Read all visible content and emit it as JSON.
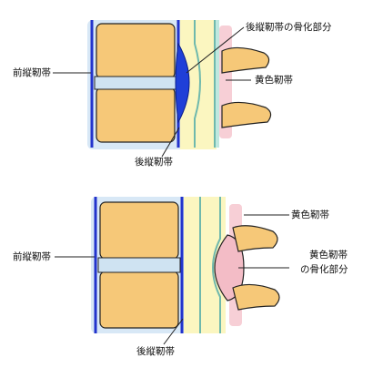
{
  "figure1": {
    "labels": {
      "anterior_ligament": "前縦靭帯",
      "posterior_ossification": "後縦靭帯の骨化部分",
      "ligamentum_flavum": "黄色靭帯",
      "posterior_ligament": "後縦靭帯"
    }
  },
  "figure2": {
    "labels": {
      "anterior_ligament": "前縦靭帯",
      "ligamentum_flavum": "黄色靭帯",
      "flavum_ossification_line1": "黄色靭帯",
      "flavum_ossification_line2": "の骨化部分",
      "posterior_ligament": "後縦靭帯"
    }
  },
  "colors": {
    "vertebra": "#f6c878",
    "disc": "#cfe3f2",
    "ligament_blue": "#2233cc",
    "ossification_blue": "#1f3fd8",
    "spinal_canal": "#fbf6c0",
    "dura": "#bfe8df",
    "flavum_pink": "#f7cfd6",
    "outline": "#222222"
  }
}
